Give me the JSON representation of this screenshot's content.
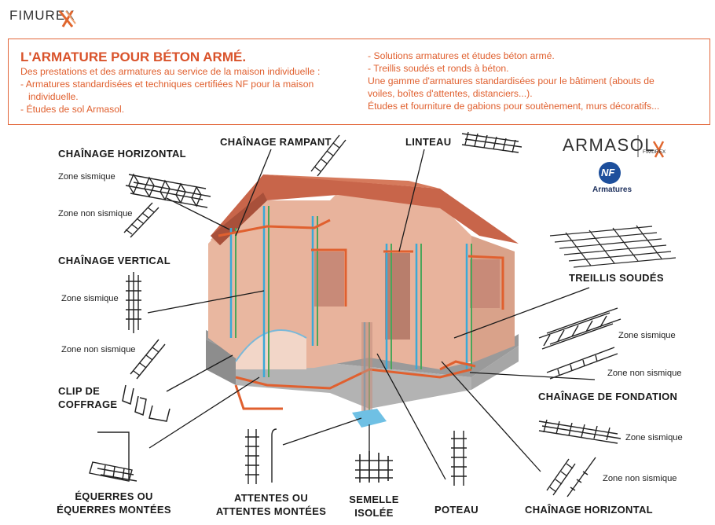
{
  "brand": {
    "logo": "FIMUREX",
    "armasol_logo": "ARMASOL",
    "armasol_sub": "FIMUREX",
    "nf_mark": "NF",
    "nf_label": "Armatures"
  },
  "intro": {
    "title": "L'ARMATURE POUR BÉTON ARMÉ.",
    "left_lines": [
      "Des prestations et des armatures au service de la maison individuelle :",
      "- Armatures standardisées et techniques certifiées NF pour la maison",
      "individuelle.",
      "- Études de sol Armasol."
    ],
    "right_lines": [
      "- Solutions armatures et études béton armé.",
      "- Treillis soudés et ronds à béton.",
      "Une gamme d'armatures standardisées pour le bâtiment (abouts de",
      "voiles, boîtes d'attentes, distanciers...).",
      "Études et fourniture de gabions pour soutènement, murs décoratifs..."
    ]
  },
  "labels": {
    "chainage_horizontal_top": "CHAÎNAGE HORIZONTAL",
    "chainage_rampant": "CHAÎNAGE RAMPANT",
    "linteau": "LINTEAU",
    "chainage_vertical": "CHAÎNAGE VERTICAL",
    "treillis_soudes": "TREILLIS SOUDÉS",
    "clip_line1": "CLIP DE",
    "clip_line2": "COFFRAGE",
    "chainage_fondation": "CHAÎNAGE DE FONDATION",
    "equerres_line1": "ÉQUERRES OU",
    "equerres_line2": "ÉQUERRES MONTÉES",
    "attentes_line1": "ATTENTES OU",
    "attentes_line2": "ATTENTES MONTÉES",
    "semelle_line1": "SEMELLE",
    "semelle_line2": "ISOLÉE",
    "poteau": "POTEAU",
    "chainage_horizontal_bottom": "CHAÎNAGE HORIZONTAL"
  },
  "zones": {
    "sismique": "Zone sismique",
    "non_sismique": "Zone non sismique"
  },
  "colors": {
    "accent": "#e2663a",
    "roof": "#c8654a",
    "wall": "#e8b9a4",
    "rebar_blue": "#3aa9d8",
    "rebar_green": "#4aa65a",
    "rebar_red": "#d9532b"
  }
}
